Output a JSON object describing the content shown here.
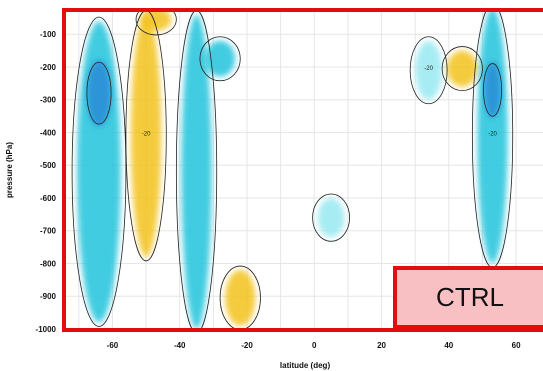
{
  "chart_data": {
    "type": "heatmap",
    "title": "",
    "xlabel": "latitude (deg)",
    "ylabel": "pressure (hPa)",
    "xlim": [
      -75,
      68
    ],
    "ylim": [
      1000,
      20
    ],
    "x_ticks": [
      "-60",
      "-40",
      "-20",
      "0",
      "20",
      "40",
      "60"
    ],
    "y_ticks": [
      "-100",
      "-200",
      "-300",
      "-400",
      "-500",
      "-600",
      "-700",
      "-800",
      "-900",
      "-1000"
    ],
    "contour_labels": [
      "-20",
      "-20",
      "-20"
    ],
    "grid": true,
    "colormap": {
      "positive": "#f3c21a",
      "negative_weak": "#9feaf2",
      "negative_mid": "#2fc7de",
      "negative_strong": "#2a8fd6"
    },
    "anomaly_regions": [
      {
        "sign": "negative",
        "lat_center": -64,
        "p_top": 60,
        "p_bottom": 980,
        "strength": "strong",
        "core_p": 280
      },
      {
        "sign": "positive",
        "lat_center": -50,
        "p_top": 40,
        "p_bottom": 780,
        "strength": "moderate"
      },
      {
        "sign": "negative",
        "lat_center": -35,
        "p_top": 40,
        "p_bottom": 1000,
        "strength": "moderate"
      },
      {
        "sign": "negative",
        "lat_center": -28,
        "p_top": 120,
        "p_bottom": 230,
        "strength": "moderate"
      },
      {
        "sign": "positive",
        "lat_center": -47,
        "p_top": 20,
        "p_bottom": 90,
        "strength": "moderate"
      },
      {
        "sign": "negative",
        "lat_center": 34,
        "p_top": 120,
        "p_bottom": 300,
        "strength": "weak"
      },
      {
        "sign": "positive",
        "lat_center": 44,
        "p_top": 150,
        "p_bottom": 260,
        "strength": "moderate"
      },
      {
        "sign": "negative",
        "lat_center": 53,
        "p_top": 20,
        "p_bottom": 800,
        "strength": "moderate",
        "core_p": 270
      },
      {
        "sign": "positive",
        "lat_center": -22,
        "p_top": 820,
        "p_bottom": 990,
        "strength": "moderate"
      },
      {
        "sign": "negative",
        "lat_center": 5,
        "p_top": 600,
        "p_bottom": 720,
        "strength": "weak"
      }
    ]
  },
  "overlay": {
    "label": "CTRL",
    "frame_color": "#e40d0d",
    "label_bg": "#f9c0c3"
  }
}
